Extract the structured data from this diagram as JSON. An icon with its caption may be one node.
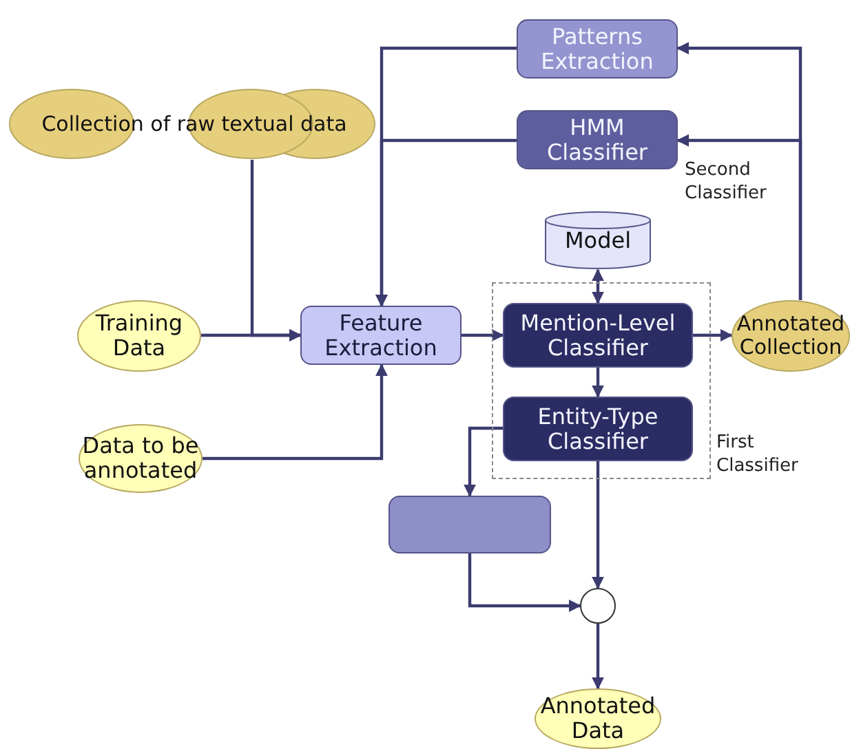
{
  "diagram": {
    "nodes": [
      {
        "text": [
          "Patterns Extraction"
        ]
      },
      {
        "text": [
          "Collection of raw textual data"
        ]
      },
      {
        "text": [
          "HMM Classifier"
        ],
        "beside": [
          "Second Classifier"
        ]
      },
      {
        "text": [
          "Model"
        ]
      },
      {
        "text": [],
        "shape": "box",
        "beside": [
          "First Classifier"
        ]
      },
      {
        "text": [
          "Training Data"
        ]
      },
      {
        "text": [
          "Feature Extraction"
        ]
      },
      {
        "text": [
          "Mention-Level Classifier"
        ],
        "in": 4
      },
      {
        "text": [
          "Annotated Collection"
        ]
      },
      {
        "text": [
          "Data to be annotated"
        ]
      },
      {
        "text": [
          "Entity-Type Classifier"
        ],
        "in": 4
      },
      {
        "text": [],
        "shape": "box"
      },
      {
        "text": [],
        "shape": "circle"
      },
      {
        "text": [
          "Annotated Data"
        ]
      }
    ],
    "edges": [
      {
        "from": 1,
        "to": 6,
        "arrow": "to"
      },
      {
        "from": 5,
        "to": 6,
        "arrow": "to"
      },
      {
        "from": 9,
        "to": 6,
        "arrow": "to"
      },
      {
        "from": 0,
        "to": 6,
        "arrow": "to"
      },
      {
        "from": 2,
        "to": 6,
        "arrow": "to"
      },
      {
        "from": 8,
        "to": 0,
        "arrow": "to"
      },
      {
        "from": 8,
        "to": 2,
        "arrow": "to"
      },
      {
        "from": 6,
        "to": 7,
        "arrow": "to"
      },
      {
        "from": 3,
        "to": 7,
        "arrow": "both"
      },
      {
        "from": 7,
        "to": 8,
        "arrow": "to"
      },
      {
        "from": 7,
        "to": 10,
        "arrow": "to"
      },
      {
        "from": 10,
        "to": 11,
        "arrow": "to"
      },
      {
        "from": 10,
        "to": 12,
        "arrow": "to"
      },
      {
        "from": 11,
        "to": 12,
        "arrow": "to"
      },
      {
        "from": 12,
        "to": 13,
        "arrow": "to"
      }
    ]
  }
}
